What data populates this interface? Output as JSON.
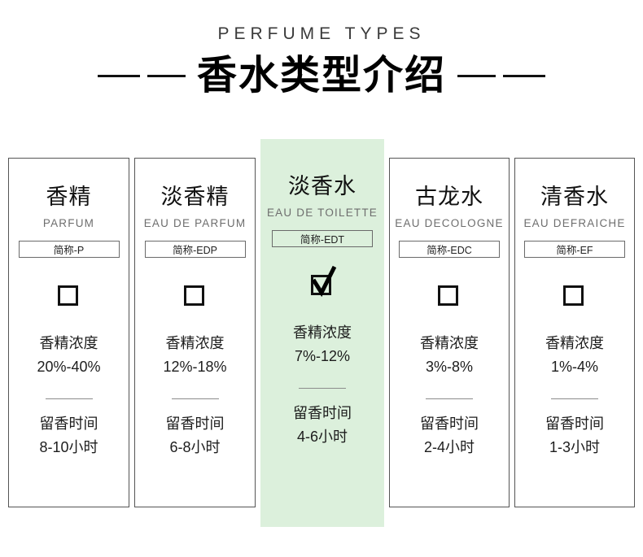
{
  "header": {
    "eyebrow": "PERFUME TYPES",
    "title": "香水类型介绍",
    "rule_icon": "horizontal-rule"
  },
  "colors": {
    "highlight_bg": "#dcf0dc",
    "card_border": "#555555",
    "text": "#1a1a1a",
    "subtext": "#6e6e6e"
  },
  "cards": [
    {
      "name_cn": "香精",
      "name_en": "PARFUM",
      "abbr": "简称-P",
      "selected": false,
      "concentration_label": "香精浓度",
      "concentration_value": "20%-40%",
      "duration_label": "留香时间",
      "duration_value": "8-10小时"
    },
    {
      "name_cn": "淡香精",
      "name_en": "EAU DE PARFUM",
      "abbr": "简称-EDP",
      "selected": false,
      "concentration_label": "香精浓度",
      "concentration_value": "12%-18%",
      "duration_label": "留香时间",
      "duration_value": "6-8小时"
    },
    {
      "name_cn": "淡香水",
      "name_en": "EAU DE TOILETTE",
      "abbr": "简称-EDT",
      "selected": true,
      "concentration_label": "香精浓度",
      "concentration_value": "7%-12%",
      "duration_label": "留香时间",
      "duration_value": "4-6小时"
    },
    {
      "name_cn": "古龙水",
      "name_en": "EAU DECOLOGNE",
      "abbr": "简称-EDC",
      "selected": false,
      "concentration_label": "香精浓度",
      "concentration_value": "3%-8%",
      "duration_label": "留香时间",
      "duration_value": "2-4小时"
    },
    {
      "name_cn": "清香水",
      "name_en": "EAU DEFRAICHE",
      "abbr": "简称-EF",
      "selected": false,
      "concentration_label": "香精浓度",
      "concentration_value": "1%-4%",
      "duration_label": "留香时间",
      "duration_value": "1-3小时"
    }
  ]
}
